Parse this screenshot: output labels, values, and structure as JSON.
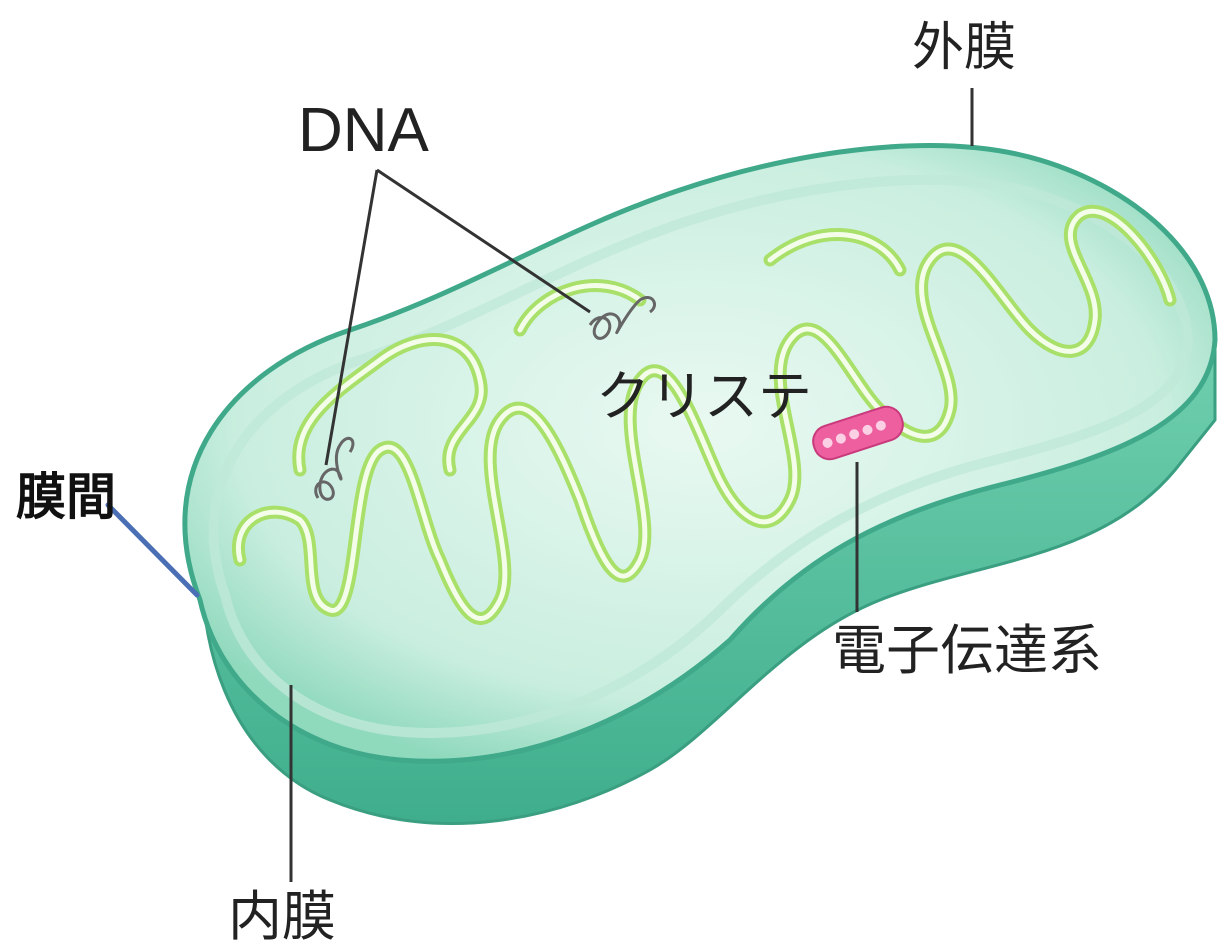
{
  "labels": {
    "outer_membrane": "外膜",
    "dna": "DNA",
    "cristae": "クリステ",
    "intermembrane_space": "膜間",
    "electron_transport_chain": "電子伝達系",
    "inner_membrane": "内膜"
  },
  "colors": {
    "body_fill": "#7fd3b6",
    "body_edge": "#3fa98a",
    "side_wall": "#5cc4a2",
    "matrix": "#eafaf3",
    "inner_membrane": "#a8e06a",
    "etc_complex": "#ee5fa0",
    "annotation_line": "#4a6fb5",
    "leader_line": "#333333"
  }
}
